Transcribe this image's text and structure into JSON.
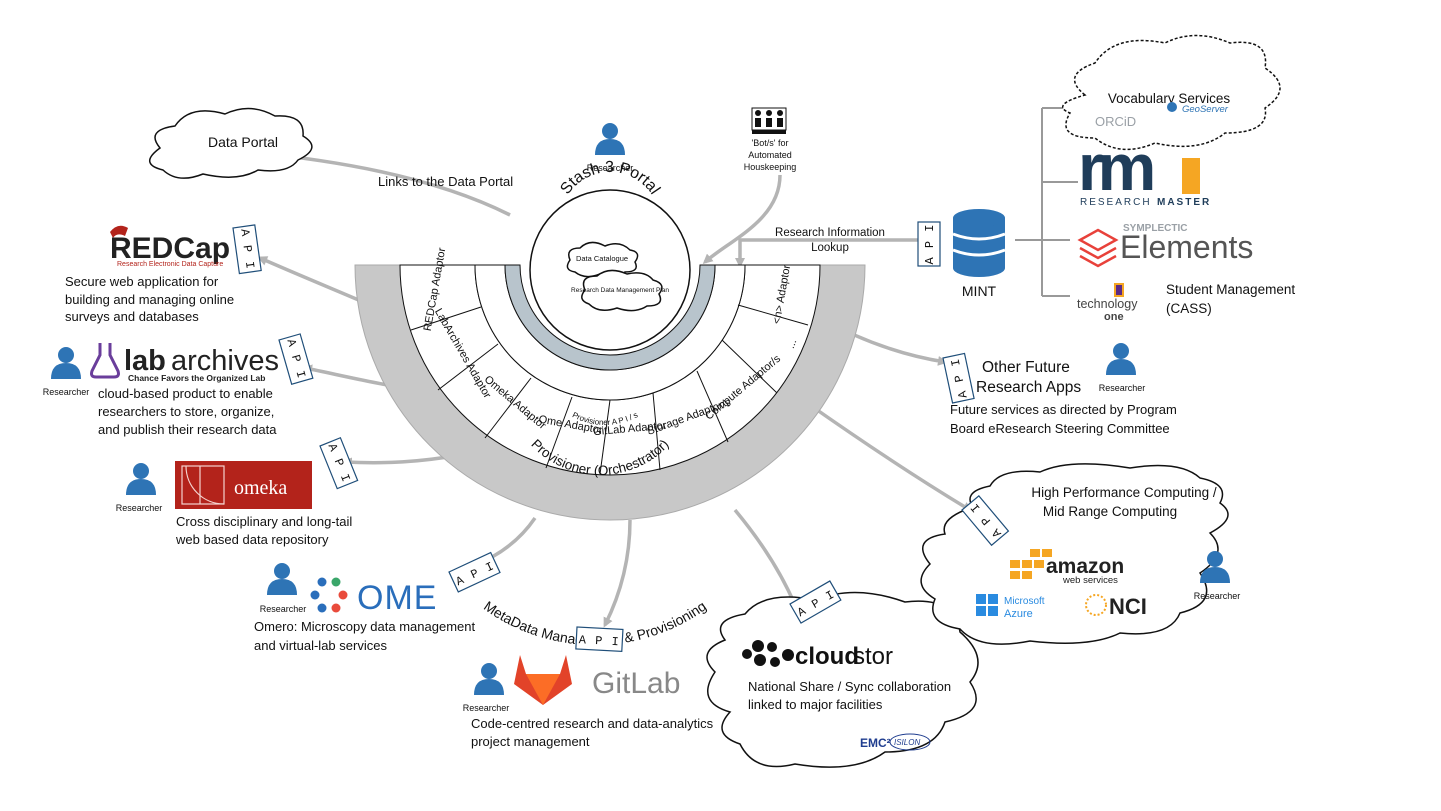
{
  "colors": {
    "person": "#2e74b5",
    "arrow": "#b4b4b4",
    "band": "#c8c8c8",
    "mint_db": "#2e74b5",
    "omeka_red": "#b3231b",
    "ome_blue": "#2a6ebb",
    "gitlab_orange": "#e24329",
    "rm_navy": "#1f3d5a",
    "rm_orange": "#f5a623",
    "elements_red": "#e8413a"
  },
  "core": {
    "portal_title": "Stash 3 Portal",
    "data_catalogue": "Data Catalogue",
    "rdmp": "Research Data Management Plan",
    "provisioner_api": "Provisioner A P I / s",
    "provisioner": "Provisioner (Orchestrator)",
    "metadata_band": "MetaData Management & Provisioning",
    "adaptors": [
      "REDCap Adaptor",
      "LabArchives Adaptor",
      "Omeka Adaptor",
      "Ome Adaptor",
      "GitLab Adaptor",
      "Storage Adaptor/s",
      "Compute Adaptor/s",
      "...",
      "<n> Adaptor"
    ]
  },
  "top": {
    "data_portal": "Data Portal",
    "links_label": "Links to the Data Portal",
    "researcher": "Researcher",
    "bots_label": "'Bot/s' for Automated Houskeeping",
    "info_lookup": "Research Information Lookup"
  },
  "api_label": "A P I",
  "mint": {
    "label": "MINT",
    "vocab_title": "Vocabulary Services",
    "orcid": "ORCiD",
    "geoserver": "GeoServer",
    "rm_letters": "rm",
    "rm_word_a": "RESEARCH",
    "rm_word_b": "MASTER",
    "symplectic": "SYMPLECTIC",
    "elements": "Elements",
    "tech_one_a": "technology",
    "tech_one_b": "one",
    "student_mgmt_1": "Student Management",
    "student_mgmt_2": "(CASS)"
  },
  "left": {
    "redcap_logo": "REDCap",
    "redcap_sub": "Research Electronic Data Capture",
    "redcap_desc": [
      "Secure web application for",
      "building and managing online",
      "surveys and databases"
    ],
    "lab_logo_a": "lab",
    "lab_logo_b": "archives",
    "lab_tagline": "Chance Favors the Organized Lab",
    "lab_desc": [
      "cloud-based product to enable",
      "researchers to store, organize,",
      "and publish their research data"
    ],
    "omeka_logo": "omeka",
    "omeka_desc": [
      "Cross disciplinary and long-tail",
      "web based data repository"
    ],
    "ome_logo": "OME",
    "ome_desc": [
      "Omero: Microscopy data management",
      "and virtual-lab services"
    ],
    "gitlab_logo": "GitLab",
    "gitlab_desc": [
      "Code-centred research and data-analytics",
      "project management"
    ]
  },
  "right": {
    "future_title_1": "Other Future",
    "future_title_2": "Research Apps",
    "future_desc": [
      "Future services as directed by Program",
      "Board eResearch Steering Committee"
    ],
    "hpc_title_1": "High Performance Computing /",
    "hpc_title_2": "Mid Range Computing",
    "amazon_a": "amazon",
    "amazon_b": "web services",
    "azure_a": "Microsoft",
    "azure_b": "Azure",
    "nci": "NCI",
    "cloudstor_a": "cloud",
    "cloudstor_b": "stor",
    "cloudstor_desc": [
      "National Share / Sync collaboration",
      "linked to major facilities"
    ],
    "emc": "EMC²",
    "isilon": "ISILON"
  }
}
